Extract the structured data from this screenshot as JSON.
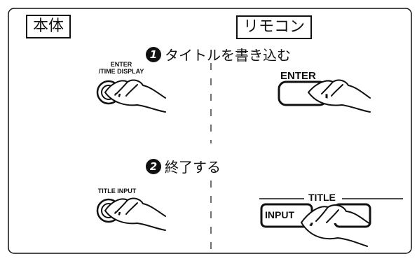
{
  "labels": {
    "unit": "本体",
    "remote": "リモコン"
  },
  "steps": [
    {
      "number": "1",
      "text": "タイトルを書き込む"
    },
    {
      "number": "2",
      "text": "終了する"
    }
  ],
  "unit_buttons": {
    "enter_line1": "ENTER",
    "enter_line2": "/TIME DISPLAY",
    "title_input": "TITLE INPUT"
  },
  "remote_buttons": {
    "enter": "ENTER",
    "title_group": "TITLE",
    "input": "INPUT"
  },
  "icons": [
    "finger-press-icon"
  ],
  "colors": {
    "line": "#111111",
    "background": "#ffffff"
  }
}
